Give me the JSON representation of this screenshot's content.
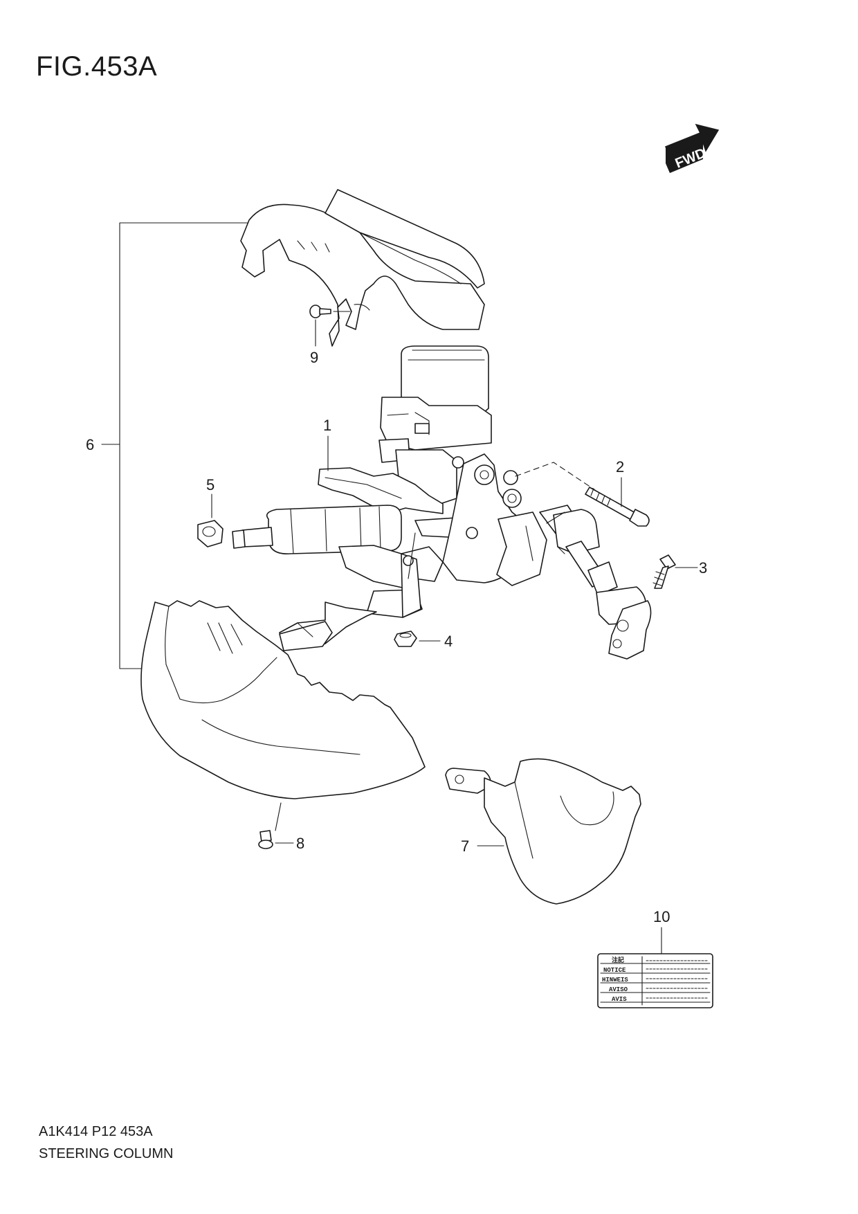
{
  "figure": {
    "title": "FIG.453A",
    "fwd_label": "FWD"
  },
  "callouts": [
    "1",
    "2",
    "3",
    "4",
    "5",
    "6",
    "7",
    "8",
    "9",
    "10"
  ],
  "warning_label": {
    "header": "注記",
    "rows": [
      "NOTICE",
      "HINWEIS",
      "AVISO",
      "AVIS"
    ]
  },
  "footer": {
    "code": "A1K414 P12 453A",
    "name": "STEERING COLUMN"
  }
}
